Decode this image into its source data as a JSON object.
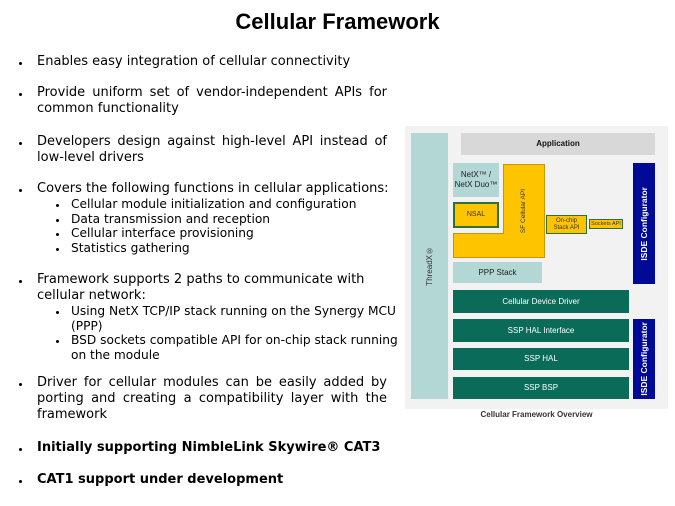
{
  "slide": {
    "title": "Cellular Framework",
    "bullets": [
      {
        "lines": [
          "Enables easy integration of cellular connectivity"
        ]
      },
      {
        "lines": [
          "Provide uniform set of vendor-independent APIs for",
          "common functionality"
        ]
      },
      {
        "lines": [
          "Developers design against high-level API instead of",
          "low-level drivers"
        ]
      },
      {
        "lines": [
          "Covers the following functions in cellular applications:"
        ],
        "sub_bullets": [
          {
            "lines": [
              "Cellular module initialization and configuration"
            ]
          },
          {
            "lines": [
              "Data transmission and reception"
            ]
          },
          {
            "lines": [
              "Cellular interface provisioning"
            ]
          },
          {
            "lines": [
              "Statistics gathering"
            ]
          }
        ]
      },
      {
        "lines": [
          "Framework supports 2 paths to communicate with",
          "cellular network:"
        ],
        "sub_bullets": [
          {
            "lines": [
              "Using NetX TCP/IP stack running on the Synergy MCU",
              "(PPP)"
            ]
          },
          {
            "lines": [
              "BSD sockets compatible API for on-chip stack running",
              "on the module"
            ]
          }
        ]
      },
      {
        "lines": [
          "Driver for cellular modules can be easily added by",
          "porting and creating a compatibility layer with the",
          "framework"
        ]
      },
      {
        "lines": [
          "Initially supporting NimbleLink Skywire® CAT3"
        ]
      },
      {
        "lines": [
          "CAT1 support under development"
        ]
      }
    ]
  },
  "diagram": {
    "caption": "Cellular Framework Overview",
    "blocks": {
      "application": "Application",
      "threadx": "ThreadX®",
      "netx": [
        "NetX™ /",
        "NetX Duo™"
      ],
      "nsal": "NSAL",
      "sf_cellular_api": "SF Cellular API",
      "on_chip_stack_api": [
        "On-chip",
        "Stack API"
      ],
      "sockets_api": "Sockets API",
      "ppp_stack": "PPP Stack",
      "isde_configurator_upper": "ISDE Configurator",
      "isde_configurator_lower": "ISDE Configurator",
      "cellular_device_driver": "Cellular Device Driver",
      "ssp_hal_interface": "SSP HAL Interface",
      "ssp_hal": "SSP HAL",
      "ssp_bsp": "SSP BSP"
    },
    "palette": {
      "panel": "#f2f2f2",
      "teal_light": "#b3d7d4",
      "app_gray": "#d8d8d8",
      "yellow": "#ffc400",
      "yellow_border": "#c99700",
      "green_border": "#2f6f3a",
      "green_dark": "#0a6b59",
      "blue": "#000a96"
    }
  }
}
